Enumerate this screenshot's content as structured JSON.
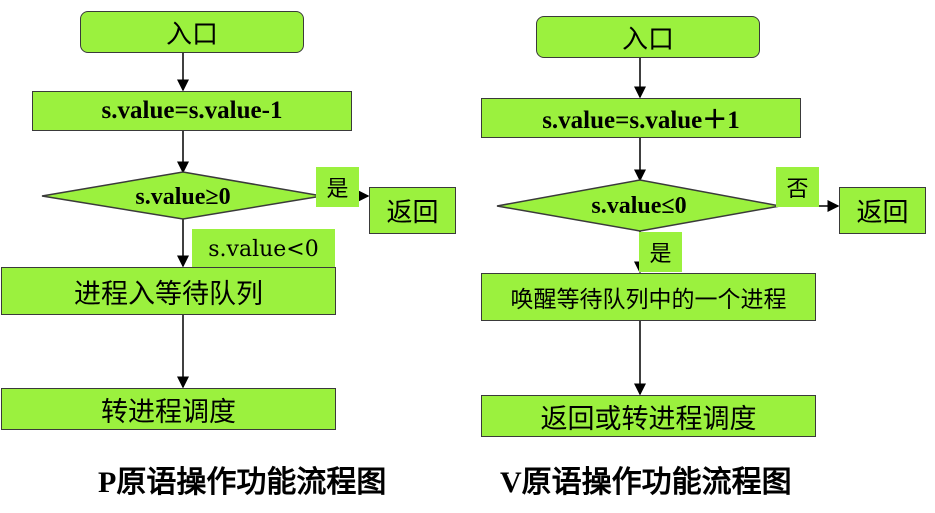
{
  "p_flow": {
    "entry": "入口",
    "decrement": "s.value=s.value-1",
    "condition": "s.value≥0",
    "yes_label": "是",
    "return": "返回",
    "less_label": "s.value<0",
    "enqueue": "进程入等待队列",
    "schedule": "转进程调度",
    "caption": "P原语操作功能流程图"
  },
  "v_flow": {
    "entry": "入口",
    "increment": "s.value=s.value＋1",
    "condition": "s.value≤0",
    "no_label": "否",
    "return": "返回",
    "yes_label": "是",
    "wake": "唤醒等待队列中的一个进程",
    "return_or_schedule": "返回或转进程调度",
    "caption": "V原语操作功能流程图"
  },
  "colors": {
    "fill": "#9BF13E",
    "stroke": "#3a3a3a",
    "line": "#000000"
  }
}
